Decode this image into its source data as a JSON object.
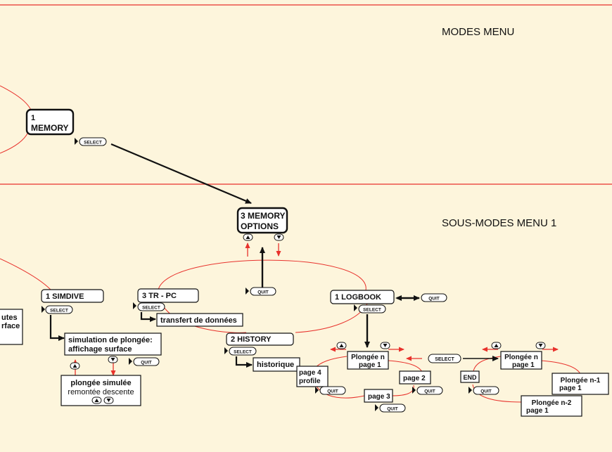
{
  "sections": {
    "modes_title": "MODES MENU",
    "submodes_title": "SOUS-MODES MENU 1"
  },
  "buttons": {
    "select": "SELECT",
    "quit": "QUIT",
    "end": "END"
  },
  "nodes": {
    "memory_num": "1",
    "memory_label": "MEMORY",
    "memory_options_1": "3 MEMORY",
    "memory_options_2": "OPTIONS",
    "simdive": "1 SIMDIVE",
    "tr_pc": "3 TR - PC",
    "transfert": "transfert de données",
    "history": "2 HISTORY",
    "historique": "historique",
    "logbook": "1 LOGBOOK",
    "sim_surface_1": "simulation de plongée:",
    "sim_surface_2": "affichage surface",
    "plongee_simulee_1": "plongée simulée",
    "plongee_simulee_2": "remontée descente",
    "partial_1": "utes",
    "partial_2": "rface",
    "plongee_n": "Plongée n",
    "page_1": "page 1",
    "page_2": "page 2",
    "page_3": "page 3",
    "page_4": "page 4",
    "profile": "profile",
    "plongee_n1": "Plongée  n-1",
    "plongee_n2": "Plongée  n-2"
  },
  "colors": {
    "background": "#fdf5dc",
    "section_line": "#e8322c",
    "red_arrow": "#e8322c",
    "ink": "#111111"
  }
}
